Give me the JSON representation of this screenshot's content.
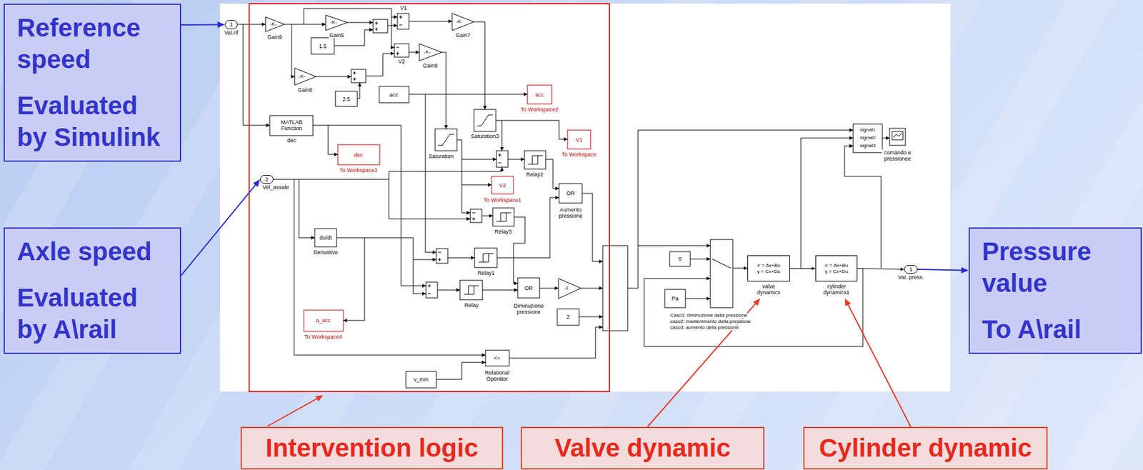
{
  "diagram": {
    "nodes": [
      {
        "text": [
          "Reference speed",
          "Evaluated by Simulink"
        ]
      },
      {
        "text": [
          "1",
          "Vel.rif"
        ]
      },
      {
        "text": [
          "Axle speed",
          "Evaluated by A\\rail"
        ]
      },
      {
        "text": [
          "2",
          "Vel_assale"
        ]
      },
      {
        "text": [
          "x' = Ax+Bu y = Cx+Du",
          "valve dynamics"
        ]
      },
      {
        "text": [
          "x' = Ax+Bu y = Cx+Du",
          "cylinder dynamics1"
        ]
      },
      {
        "text": [
          "1",
          "Var. press."
        ]
      },
      {
        "text": [
          "Pressure value",
          "To A\\rail"
        ]
      },
      {
        "text": [
          "Intervention logic"
        ]
      },
      {
        "text": [
          "Valve dynamic"
        ]
      },
      {
        "text": [
          "Cylinder dynamic"
        ]
      }
    ],
    "edges": [
      {
        "from": 0,
        "to": 1,
        "arrow": "to"
      },
      {
        "from": 2,
        "to": 3,
        "arrow": "to"
      },
      {
        "from": 4,
        "to": 5,
        "arrow": "to"
      },
      {
        "from": 5,
        "to": 6,
        "arrow": "to"
      },
      {
        "from": 6,
        "to": 7,
        "arrow": "to"
      },
      {
        "from": 9,
        "to": 4,
        "arrow": "to"
      },
      {
        "from": 10,
        "to": 5,
        "arrow": "to"
      }
    ],
    "labels": [
      "-K-",
      "Gain9",
      "-K-",
      "Gain5",
      "1.5",
      "V1",
      "-K-",
      "Gain7",
      "V2",
      "-K-",
      "Gain8",
      "-K-",
      "Gain6",
      "2.5",
      "acc",
      "acc",
      "To Workspace2",
      "MATLAB Function",
      "dec",
      "Saturation3",
      "V1",
      "To Workspace",
      "dec",
      "To Workspace3",
      "Saturation",
      "Relay2",
      "V2",
      "To Workspace1",
      "OR",
      "Aumento pressione",
      "Relay3",
      "du/dt",
      "Derivative",
      "Relay1",
      "Relay",
      "OR",
      "Diminuzione pressione",
      "-1",
      "2",
      "a_acc",
      "To Workspace4",
      "<=",
      "Relational Operator",
      "v_min",
      "0",
      "Pa",
      "Caso1: diminuzione della pressione",
      "caso2: mantenimento della pressione",
      "caso3: aumento della pressione",
      "signal1",
      "signal2",
      "signal3",
      "comando e pressionee"
    ]
  }
}
